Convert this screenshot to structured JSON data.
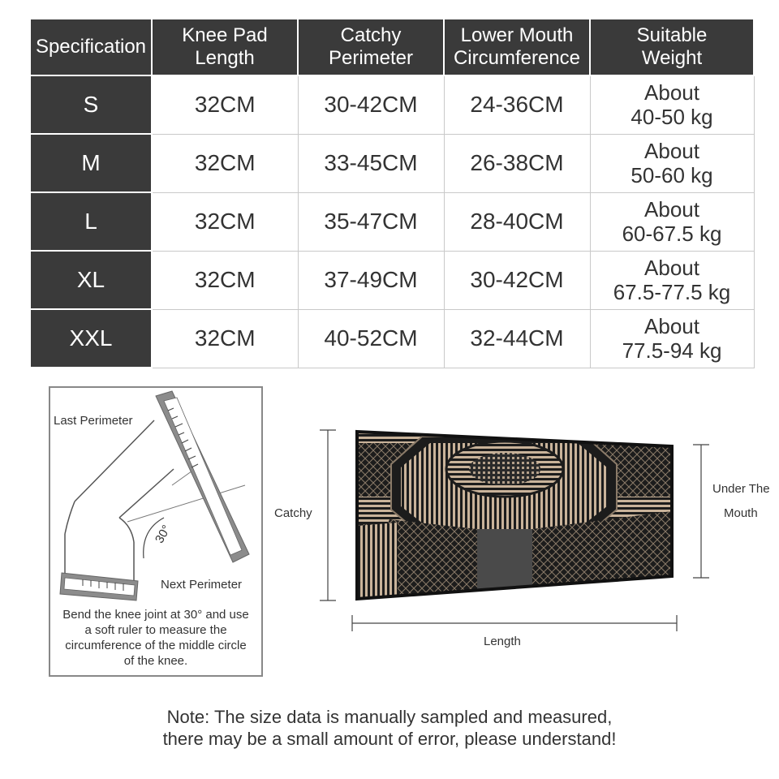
{
  "table": {
    "headers": [
      [
        "Specification"
      ],
      [
        "Knee Pad",
        "Length"
      ],
      [
        "Catchy",
        "Perimeter"
      ],
      [
        "Lower Mouth",
        "Circumference"
      ],
      [
        "Suitable",
        "Weight"
      ]
    ],
    "rows": [
      {
        "size": "S",
        "length": "32CM",
        "catchy": "30-42CM",
        "lower": "24-36CM",
        "weight": [
          "About",
          "40-50 kg"
        ]
      },
      {
        "size": "M",
        "length": "32CM",
        "catchy": "33-45CM",
        "lower": "26-38CM",
        "weight": [
          "About",
          "50-60 kg"
        ]
      },
      {
        "size": "L",
        "length": "32CM",
        "catchy": "35-47CM",
        "lower": "28-40CM",
        "weight": [
          "About",
          "60-67.5 kg"
        ]
      },
      {
        "size": "XL",
        "length": "32CM",
        "catchy": "37-49CM",
        "lower": "30-42CM",
        "weight": [
          "About",
          "67.5-77.5 kg"
        ]
      },
      {
        "size": "XXL",
        "length": "32CM",
        "catchy": "40-52CM",
        "lower": "32-44CM",
        "weight": [
          "About",
          "77.5-94 kg"
        ]
      }
    ]
  },
  "knee_diagram": {
    "last_perimeter": "Last Perimeter",
    "next_perimeter": "Next Perimeter",
    "angle": "30°",
    "instruction": "Bend the knee joint at 30° and use a soft ruler to measure the circumference of the middle circle of the knee."
  },
  "pad_diagram": {
    "catchy": "Catchy",
    "under_mouth_line1": "Under The",
    "under_mouth_line2": "Mouth",
    "length": "Length"
  },
  "note": {
    "line1": "Note: The size data is manually sampled and measured,",
    "line2": "there may be a small amount of error, please understand!"
  },
  "colors": {
    "header_bg": "#3a3a3a",
    "pad_black": "#1c1c1c",
    "pad_tan": "#c9b39a",
    "ruler_gray": "#8c8c8c"
  }
}
